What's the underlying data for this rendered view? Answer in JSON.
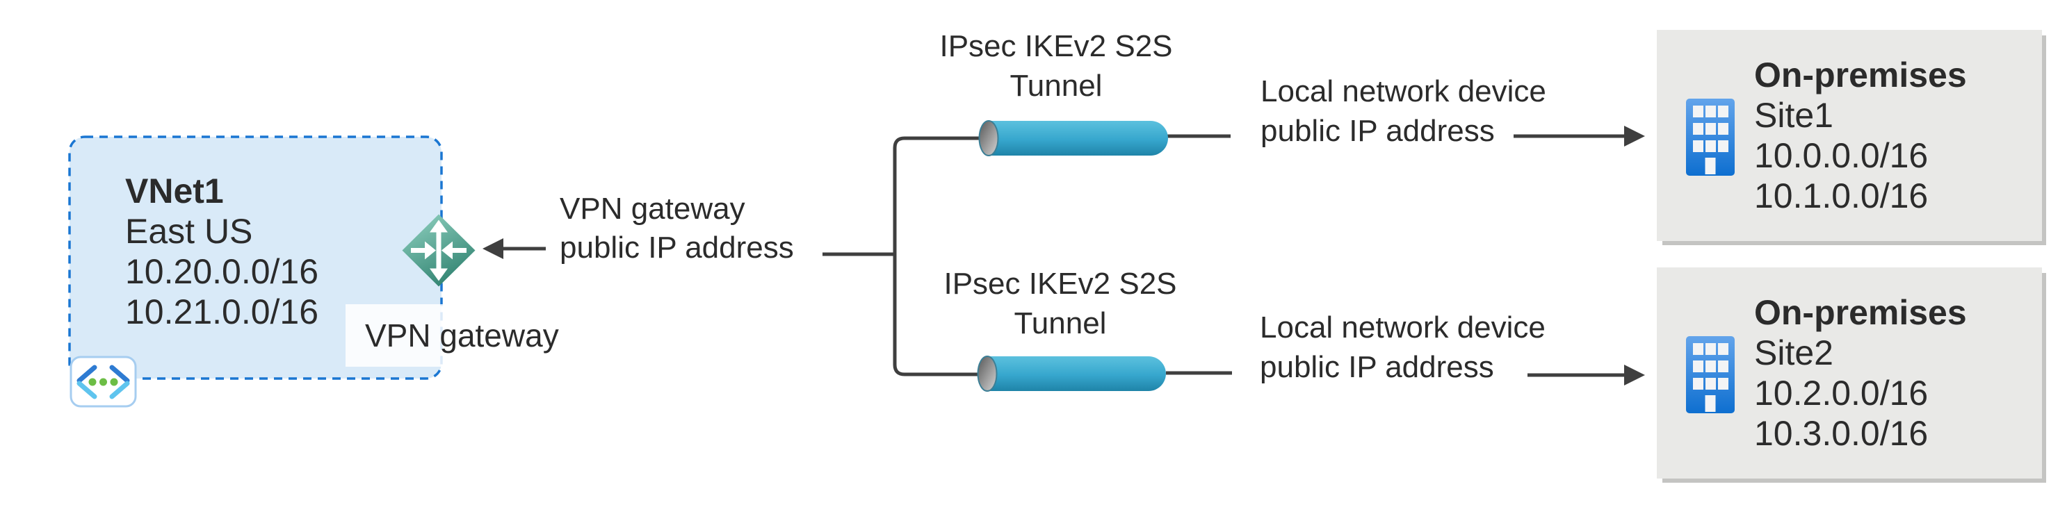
{
  "vnet": {
    "name": "VNet1",
    "region": "East US",
    "address_space_1": "10.20.0.0/16",
    "address_space_2": "10.21.0.0/16",
    "gateway_label": "VPN gateway"
  },
  "gateway_ip_label": {
    "line1": "VPN gateway",
    "line2": "public IP address"
  },
  "tunnel1": {
    "line1": "IPsec IKEv2 S2S",
    "line2": "Tunnel"
  },
  "tunnel2": {
    "line1": "IPsec IKEv2 S2S",
    "line2": "Tunnel"
  },
  "device1": {
    "line1": "Local network device",
    "line2": "public IP address"
  },
  "device2": {
    "line1": "Local network device",
    "line2": "public IP address"
  },
  "site1": {
    "title": "On-premises",
    "name": "Site1",
    "address_space_1": "10.0.0.0/16",
    "address_space_2": "10.1.0.0/16"
  },
  "site2": {
    "title": "On-premises",
    "name": "Site2",
    "address_space_1": "10.2.0.0/16",
    "address_space_2": "10.3.0.0/16"
  },
  "icons": {
    "gateway": "vpn-gateway-diamond-icon",
    "vnet": "virtual-network-icon",
    "tunnel": "tunnel-pipe-icon",
    "building": "building-icon"
  },
  "colors": {
    "vnet_fill": "#d9eaf8",
    "vnet_border": "#1a76d2",
    "site_fill": "#e9e9e7",
    "site_shadow": "#c4c4c2",
    "tunnel_cyan": "#36a6cd",
    "diamond_teal": "#3d9480",
    "line_gray": "#3f3f3f",
    "building_blue": "#1173d2",
    "chevron_dark_blue": "#2e7bd2",
    "chevron_light_blue": "#5fc4ee",
    "dot_green": "#6cbd45",
    "text": "#2b2b2b"
  }
}
